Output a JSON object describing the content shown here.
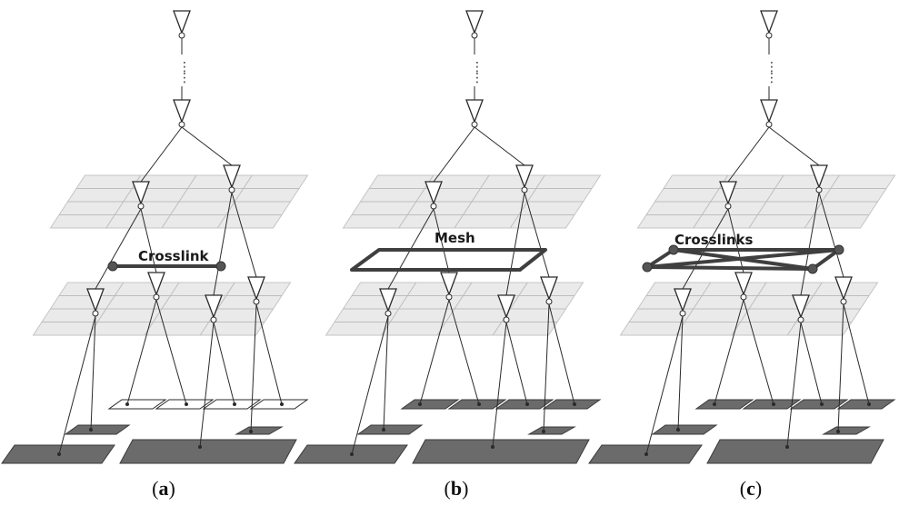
{
  "panels": [
    {
      "id": "a",
      "caption_open": "(",
      "caption_letter": "a",
      "caption_close": ")",
      "link_label": "Crosslink",
      "link_style": "crosslink",
      "top_sinks": "light"
    },
    {
      "id": "b",
      "caption_open": "(",
      "caption_letter": "b",
      "caption_close": ")",
      "link_label": "Mesh",
      "link_style": "mesh",
      "top_sinks": "dark"
    },
    {
      "id": "c",
      "caption_open": "(",
      "caption_letter": "c",
      "caption_close": ")",
      "link_label": "Crosslinks",
      "link_style": "crosslinks",
      "top_sinks": "dark"
    }
  ],
  "ellipsis": "⋮",
  "colors": {
    "plane": "#e3e3e3",
    "sink_dark": "#6b6b6b",
    "link": "#3f3f3f"
  }
}
